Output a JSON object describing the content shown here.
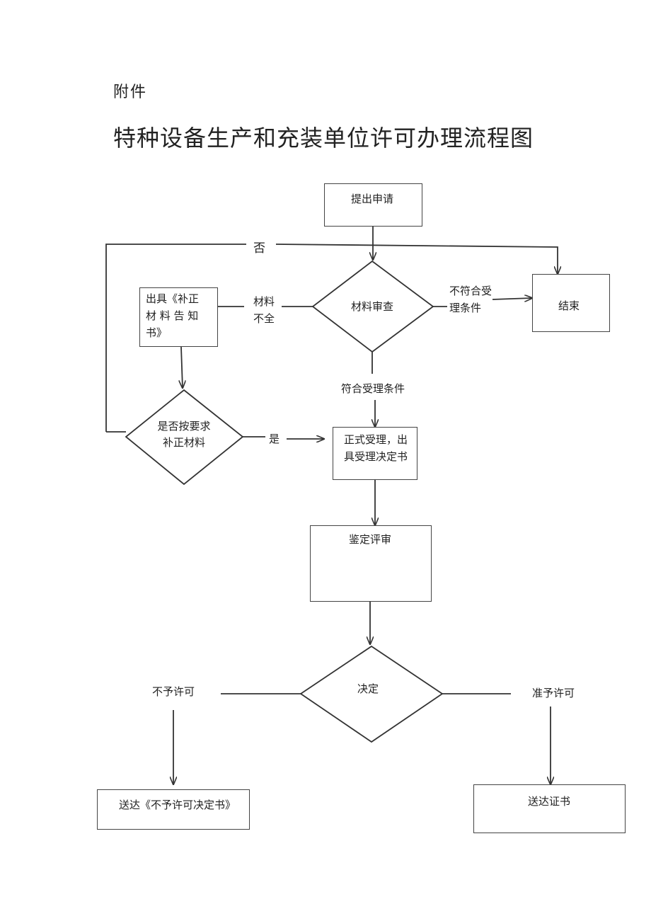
{
  "header": {
    "attachment": "附件",
    "title": "特种设备生产和充装单位许可办理流程图"
  },
  "nodes": {
    "apply": "提出申请",
    "review": "材料审查",
    "end": "结束",
    "notice_line1": "出具《补正",
    "notice_line2": "材 料 告 知",
    "notice_line3": "书》",
    "supplement_line1": "是否按要求",
    "supplement_line2": "补正材料",
    "accept_line1": "正式受理，出",
    "accept_line2": "具受理决定书",
    "evaluate": "鉴定评审",
    "decide": "决定",
    "deny_doc": "送达《不予许可决定书》",
    "certificate": "送达证书"
  },
  "labels": {
    "no": "否",
    "incomplete_line1": "材料",
    "incomplete_line2": "不全",
    "not_meet_line1": "不符合受",
    "not_meet_line2": "理条件",
    "meet": "符合受理条件",
    "yes": "是",
    "deny": "不予许可",
    "grant": "准予许可"
  }
}
